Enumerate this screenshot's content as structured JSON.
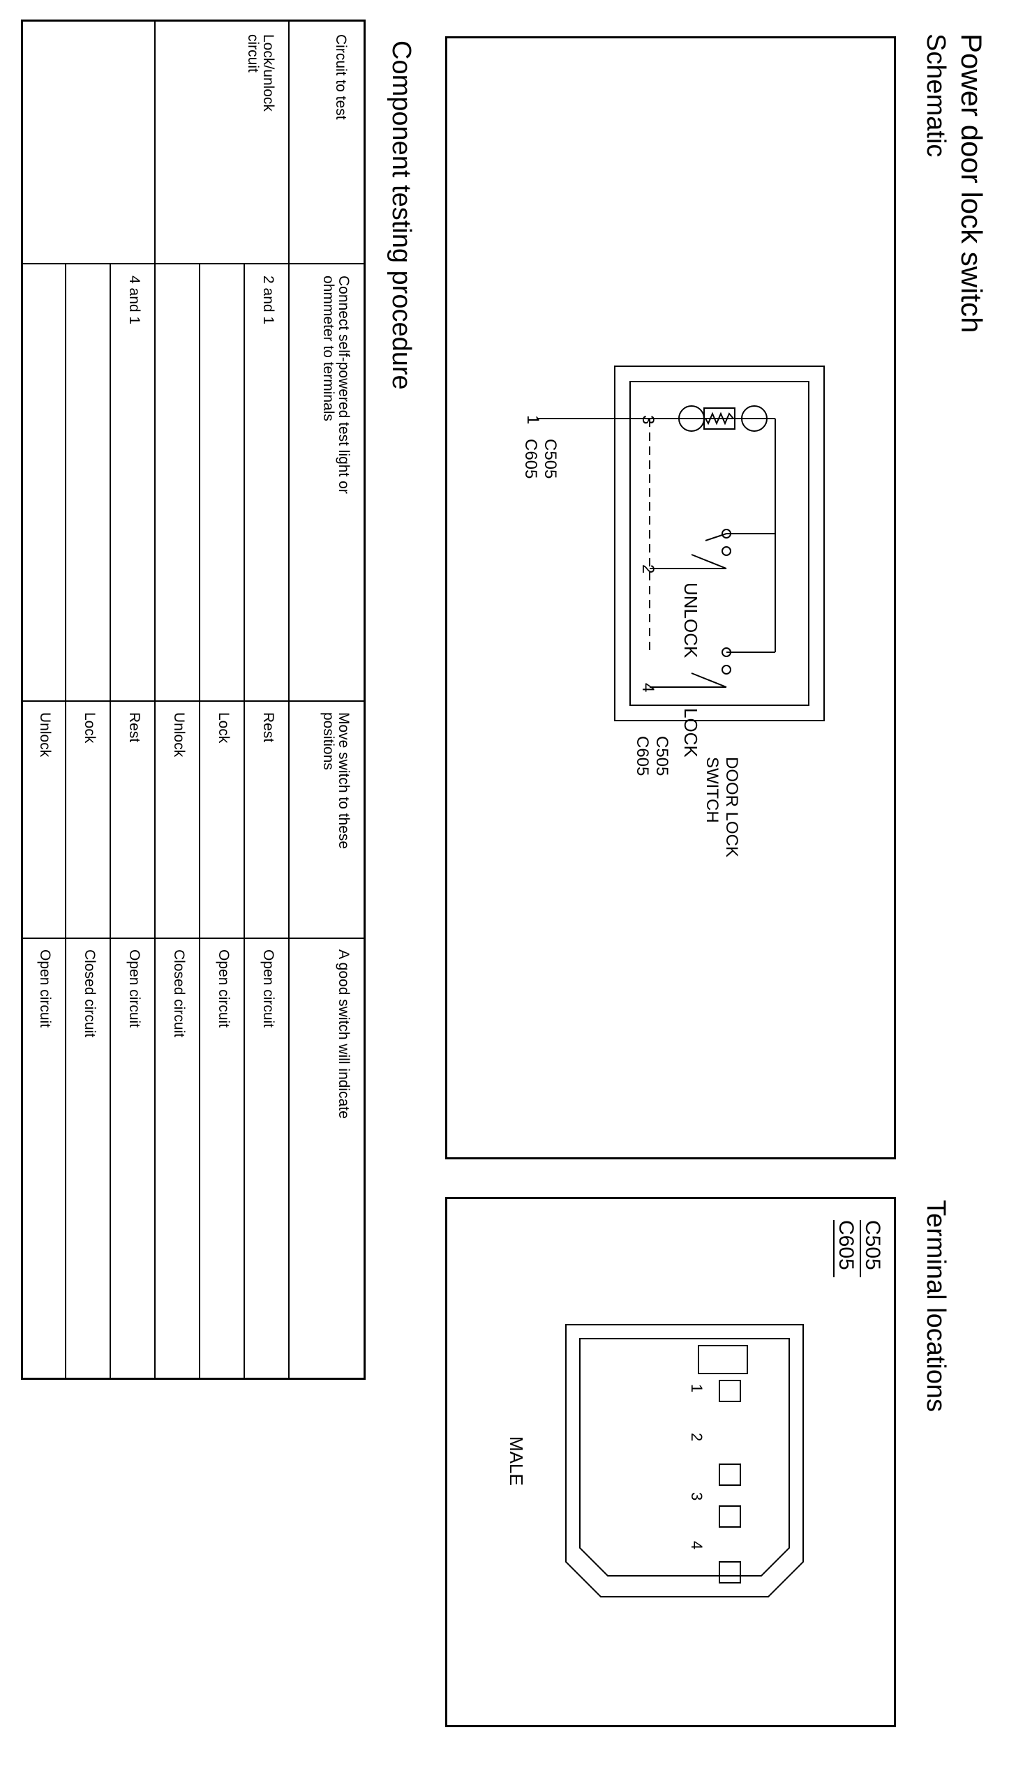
{
  "document": {
    "title": "Power door lock switch",
    "schematic_heading": "Schematic",
    "terminal_heading": "Terminal locations",
    "procedure_heading": "Component testing procedure"
  },
  "schematic": {
    "pin_1": "1",
    "pin_2": "2",
    "pin_3": "3",
    "pin_4": "4",
    "connector_a": "C505",
    "connector_b": "C605",
    "unlock_label": "UNLOCK",
    "lock_label": "LOCK",
    "switch_label_1": "DOOR LOCK",
    "switch_label_2": "SWITCH"
  },
  "terminal": {
    "connector_a": "C505",
    "connector_b": "C605",
    "pins": [
      "1",
      "2",
      "3",
      "4"
    ],
    "gender": "MALE"
  },
  "table": {
    "headers": {
      "circuit": "Circuit to test",
      "connect_1": "Connect self-powered test light or",
      "connect_2": "ohmmeter to terminals",
      "move_1": "Move switch to these",
      "move_2": "positions",
      "result": "A good switch will indicate"
    },
    "circuit_1": "Lock/unlock",
    "circuit_2": "circuit",
    "groups": [
      {
        "terminals": "2 and 1",
        "rows": [
          {
            "position": "Rest",
            "result": "Open circuit"
          },
          {
            "position": "Lock",
            "result": "Open circuit"
          },
          {
            "position": "Unlock",
            "result": "Closed circuit"
          }
        ]
      },
      {
        "terminals": "4 and 1",
        "rows": [
          {
            "position": "Rest",
            "result": "Open circuit"
          },
          {
            "position": "Lock",
            "result": "Closed circuit"
          },
          {
            "position": "Unlock",
            "result": "Open circuit"
          }
        ]
      }
    ]
  },
  "colors": {
    "ink": "#000000",
    "paper": "#ffffff"
  }
}
